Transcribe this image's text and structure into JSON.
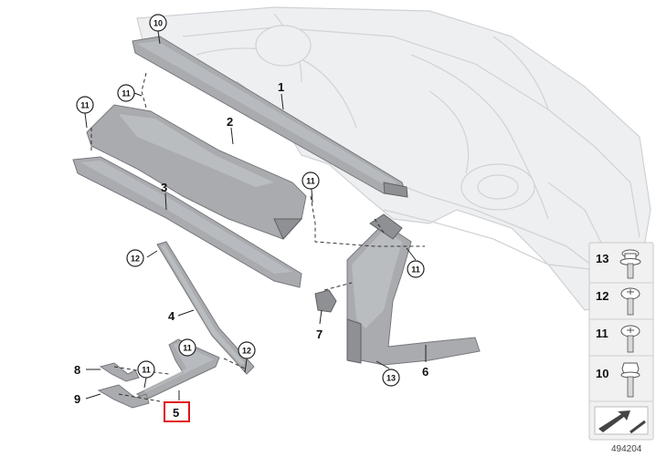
{
  "parts": [
    {
      "label": "1"
    },
    {
      "label": "2"
    },
    {
      "label": "3"
    },
    {
      "label": "4"
    },
    {
      "label": "5",
      "highlighted": true
    },
    {
      "label": "6"
    },
    {
      "label": "7"
    },
    {
      "label": "8"
    },
    {
      "label": "9"
    }
  ],
  "callouts": {
    "c10": "10",
    "c11": "11",
    "c12": "12",
    "c13": "13"
  },
  "legend": [
    {
      "label": "13",
      "icon": "flange-screw-icon"
    },
    {
      "label": "12",
      "icon": "torx-screw-icon"
    },
    {
      "label": "11",
      "icon": "hex-screw-icon"
    },
    {
      "label": "10",
      "icon": "hex-bolt-icon"
    }
  ],
  "highlight_color": "#e0131b",
  "doc_id": "494204"
}
